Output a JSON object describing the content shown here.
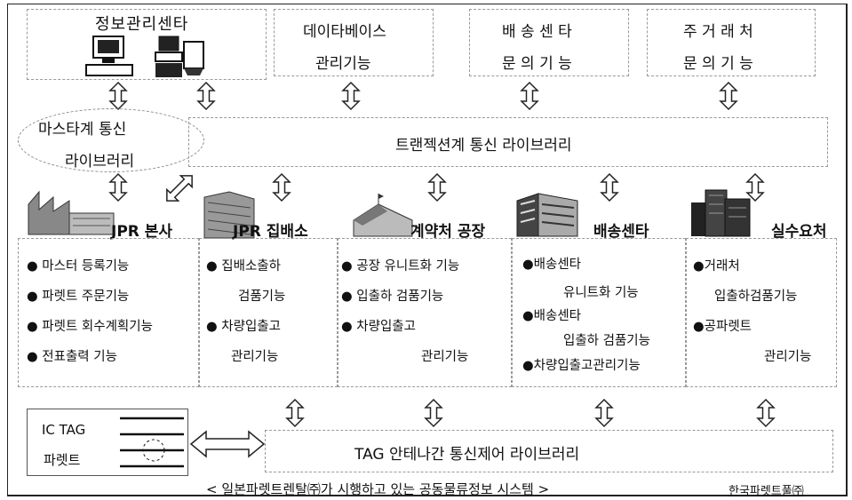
{
  "top": {
    "info_center": "정보관리센타",
    "database": [
      "데이타베이스",
      "관리기능"
    ],
    "delivery_center": [
      "배 송 센 타",
      "문 의 기 능"
    ],
    "main_customer": [
      "주 거 래 처",
      "문 의 기 능"
    ]
  },
  "master_lib": [
    "마스타계 통신",
    "라이브러리"
  ],
  "transaction_lib": "트랜젝션계 통신 라이브러리",
  "sites": [
    {
      "name": "JPR 본사",
      "items": [
        "● 마스터 등록기능",
        "● 파렛트 주문기능",
        "● 파렛트 회수계획기능",
        "● 전표출력 기능"
      ]
    },
    {
      "name": "JPR 집배소",
      "items": [
        "● 집배소출하",
        "검품기능",
        "● 차량입출고",
        "관리기능"
      ]
    },
    {
      "name": "계약처 공장",
      "items": [
        "● 공장 유니트화 기능",
        "● 입출하 검품기능",
        "● 차량입출고",
        "관리기능"
      ]
    },
    {
      "name": "배송센타",
      "items": [
        "●배송센타",
        "유니트화 기능",
        "●배송센타",
        "입출하 검품기능",
        "●차량입출고관리기능"
      ]
    },
    {
      "name": "실수요처",
      "items": [
        "●거래처",
        "입출하검품기능",
        "●공파렛트",
        "관리기능"
      ]
    }
  ],
  "ic_tag": [
    "IC TAG",
    "파렛트"
  ],
  "tag_lib": "TAG 안테나간 통신제어 라이브러리",
  "caption": "< 일본파렛트렌탈㈜가 시행하고 있는 공동물류정보 시스템 >",
  "credit": "한국파렛트풀㈜",
  "colors": {
    "line": "#222222",
    "dash": "#9a9a9a",
    "shade": "#777777"
  }
}
